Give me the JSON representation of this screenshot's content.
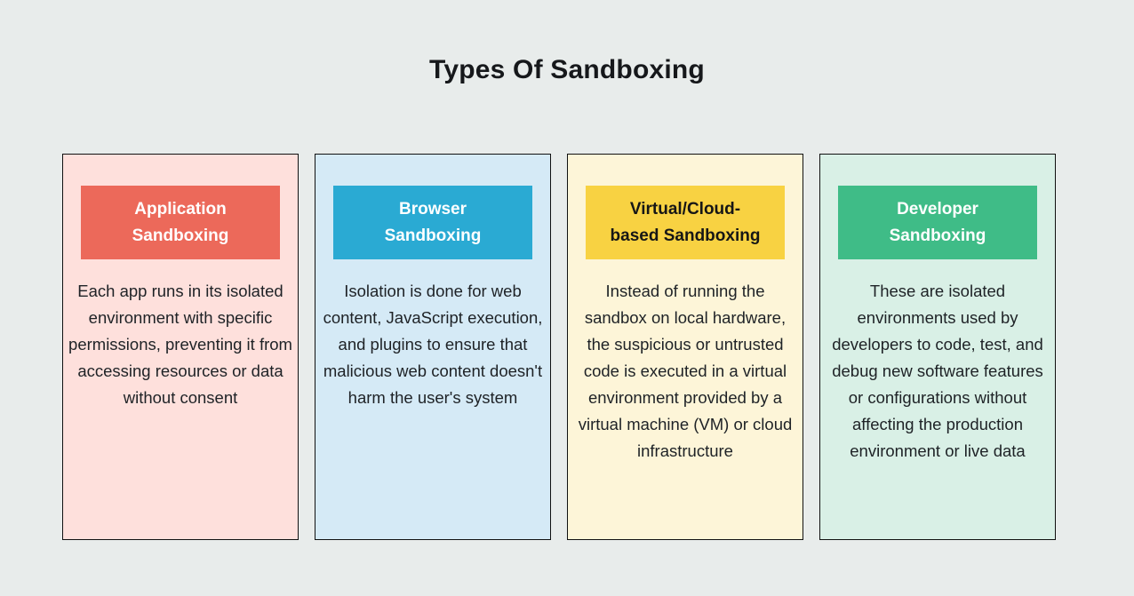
{
  "page": {
    "title": "Types Of Sandboxing",
    "background_color": "#e8eceb",
    "border_color": "#111111"
  },
  "cards": [
    {
      "id": "application-sandboxing",
      "title": "Application Sandboxing",
      "title_lines": [
        "Application",
        "Sandboxing"
      ],
      "description": "Each app runs in its isolated environment with specific permissions, preventing it from accessing resources or data without consent",
      "colors": {
        "card_bg": "#fee0dc",
        "header_bg": "#ec695a",
        "header_text": "#ffffff"
      }
    },
    {
      "id": "browser-sandboxing",
      "title": "Browser Sandboxing",
      "title_lines": [
        "Browser",
        "Sandboxing"
      ],
      "description": "Isolation is done for web content, JavaScript execution, and plugins to ensure that malicious web content doesn't harm the user's system",
      "colors": {
        "card_bg": "#d5eaf6",
        "header_bg": "#2aaad3",
        "header_text": "#ffffff"
      }
    },
    {
      "id": "virtual-cloud-based-sandboxing",
      "title": "Virtual/Cloud-based Sandboxing",
      "title_lines": [
        "Virtual/Cloud-",
        "based Sandboxing"
      ],
      "description": "Instead of running the sandbox on local hardware, the suspicious or untrusted code is executed in a virtual environment provided by a virtual machine (VM) or cloud infrastructure",
      "colors": {
        "card_bg": "#fdf5d8",
        "header_bg": "#f8d242",
        "header_text": "#161616"
      }
    },
    {
      "id": "developer-sandboxing",
      "title": "Developer Sandboxing",
      "title_lines": [
        "Developer",
        "Sandboxing"
      ],
      "description": "These are isolated environments used by developers to code, test, and debug new software features or configurations without affecting the production environment or live data",
      "colors": {
        "card_bg": "#d9f0e6",
        "header_bg": "#3fbc87",
        "header_text": "#ffffff"
      }
    }
  ]
}
